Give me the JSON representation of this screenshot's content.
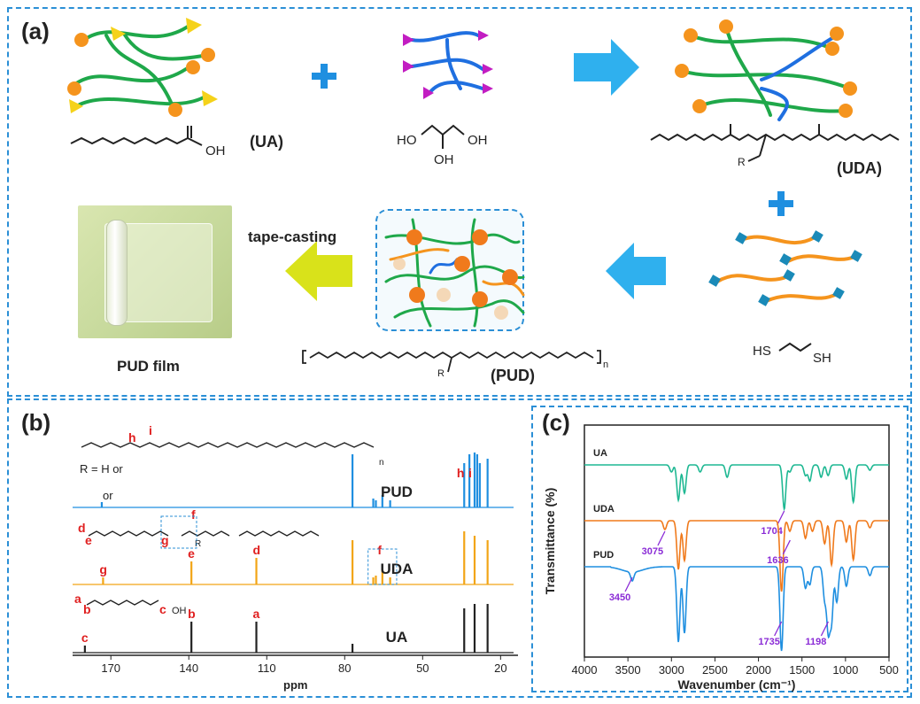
{
  "panel_a": {
    "label": "(a)",
    "ua_label": "(UA)",
    "uda_label": "(UDA)",
    "pud_label": "(PUD)",
    "tape_casting": "tape-casting",
    "pud_film": "PUD film",
    "glycerol": {
      "ho1": "HO",
      "oh1": "OH",
      "oh2": "OH"
    },
    "ua_oh": "OH",
    "dithiol": {
      "hs": "HS",
      "sh": "SH"
    },
    "uda_r": "R",
    "pud_r": "R",
    "pud_n": "n"
  },
  "panel_b": {
    "label": "(b)",
    "xlabel": "ppm",
    "xticks": [
      "170",
      "140",
      "110",
      "80",
      "50",
      "20"
    ],
    "r_def": "R = H or",
    "or2": "or",
    "traces": [
      {
        "name": "PUD",
        "color": "#1f8fe0",
        "peaks_ppm": [
          173.5,
          77.0,
          69.0,
          68.0,
          65.5,
          62.5,
          34.0,
          32.0,
          30.0,
          29.0,
          28.0,
          25.0
        ],
        "peak_labels": [
          {
            "text": "h",
            "ppm": 35.5
          },
          {
            "text": "i",
            "ppm": 31.0
          }
        ]
      },
      {
        "name": "UDA",
        "color": "#f2a516",
        "peaks_ppm": [
          173.0,
          139.0,
          114.0,
          77.0,
          69.0,
          68.0,
          65.5,
          62.5,
          34.0,
          30.0,
          25.0
        ],
        "peak_labels": [
          {
            "text": "g",
            "ppm": 173.0
          },
          {
            "text": "e",
            "ppm": 139.0
          },
          {
            "text": "d",
            "ppm": 114.0
          },
          {
            "text": "f",
            "ppm": 66.0
          }
        ]
      },
      {
        "name": "UA",
        "color": "#222222",
        "peaks_ppm": [
          180.0,
          139.0,
          114.0,
          77.0,
          34.0,
          30.0,
          25.0
        ],
        "peak_labels": [
          {
            "text": "c",
            "ppm": 180.0
          },
          {
            "text": "b",
            "ppm": 139.0
          },
          {
            "text": "a",
            "ppm": 114.0
          }
        ]
      }
    ],
    "struct_letters": {
      "a": "a",
      "b": "b",
      "c": "c",
      "c_oh": "OH",
      "d": "d",
      "e": "e",
      "f": "f",
      "g": "g",
      "h": "h",
      "i": "i",
      "r": "R",
      "n": "n"
    }
  },
  "panel_c": {
    "label": "(c)",
    "chart_data": {
      "type": "line",
      "xlabel": "Wavenumber (cm⁻¹)",
      "ylabel": "Transmittance (%)",
      "xlim": [
        4000,
        500
      ],
      "xticks": [
        "4000",
        "3500",
        "3000",
        "2500",
        "2000",
        "1500",
        "1000",
        "500"
      ],
      "series": [
        {
          "name": "UA",
          "color": "#1fb893",
          "annotations": [
            {
              "text": "1704",
              "x": 1704
            }
          ]
        },
        {
          "name": "UDA",
          "color": "#f07a1c",
          "annotations": [
            {
              "text": "3075",
              "x": 3075
            },
            {
              "text": "1636",
              "x": 1636
            }
          ]
        },
        {
          "name": "PUD",
          "color": "#1f8fe0",
          "annotations": [
            {
              "text": "3450",
              "x": 3450
            },
            {
              "text": "1735",
              "x": 1735
            },
            {
              "text": "1198",
              "x": 1198
            }
          ]
        }
      ]
    }
  },
  "colors": {
    "frame": "#2b8fd6",
    "arrow_blue": "#2fb0ee",
    "arrow_yellow": "#d9e21a",
    "label_red": "#e02020",
    "annot_purple": "#8a2bd6"
  }
}
